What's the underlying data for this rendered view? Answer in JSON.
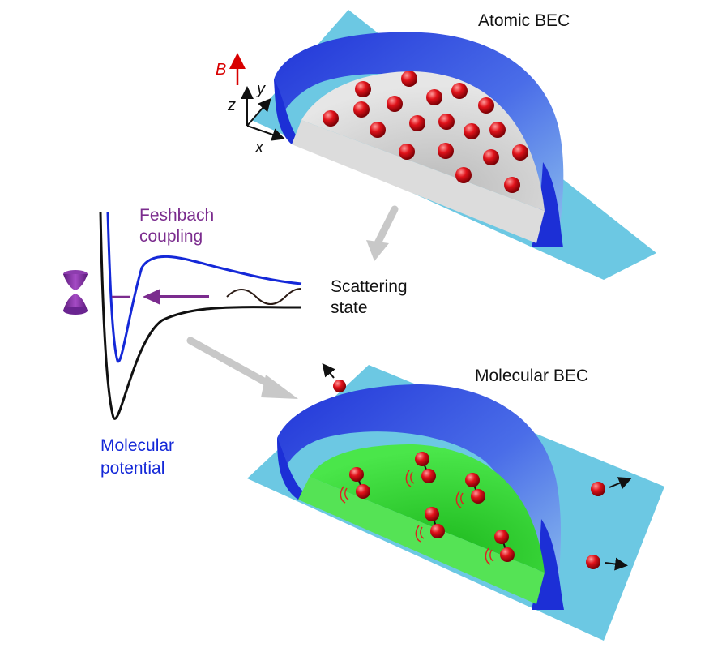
{
  "labels": {
    "atomic_bec": "Atomic BEC",
    "molecular_bec": "Molecular BEC",
    "feshbach_line1": "Feshbach",
    "feshbach_line2": "coupling",
    "scattering_line1": "Scattering",
    "scattering_line2": "state",
    "molecular_line1": "Molecular",
    "molecular_line2": "potential",
    "axis_b": "B",
    "axis_x": "x",
    "axis_y": "y",
    "axis_z": "z"
  },
  "icons": {
    "laser": "laser-beam-icon",
    "atom": "atom-sphere-icon",
    "molecule": "molecule-dimer-icon"
  },
  "colors": {
    "substrate": "#6cc8e3",
    "dome_blue": "#1c2fd6",
    "atom_red": "#e0121a",
    "molecule_green": "#33d633",
    "feshbach_purple": "#7b2c8e",
    "molecular_blue": "#1428d8",
    "axis_red": "#d80000",
    "arrow_gray": "#c8c8c8"
  }
}
